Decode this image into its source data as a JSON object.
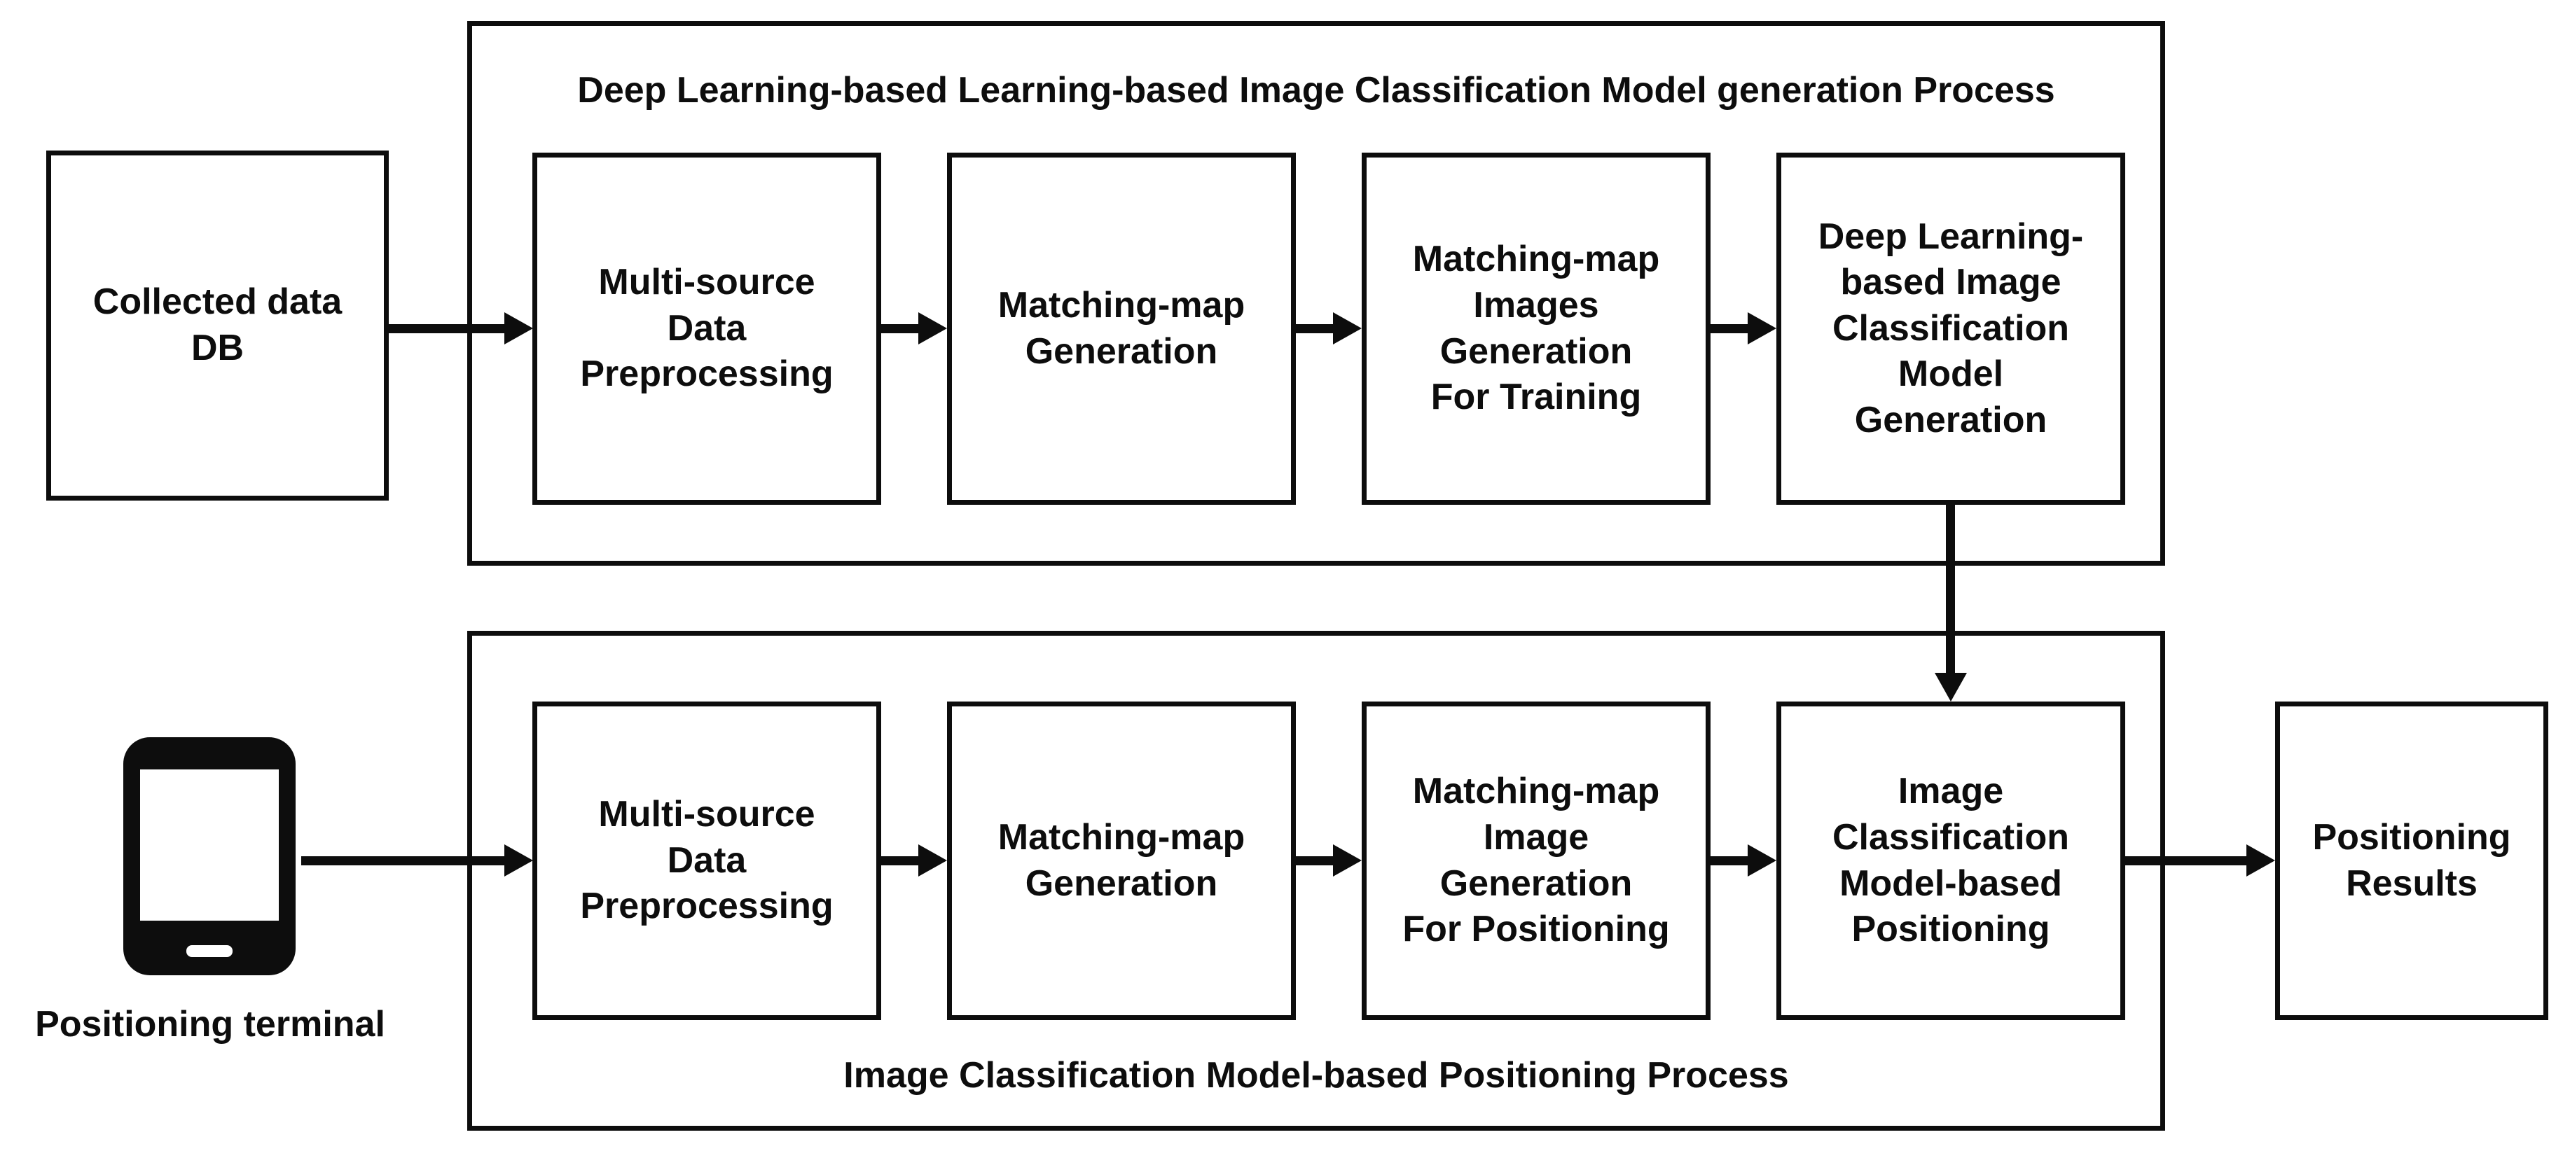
{
  "figure": {
    "background_color": "#ffffff",
    "ink_color": "#0d0d0d"
  },
  "inputs": {
    "collected_db_label": "Collected data\nDB",
    "terminal_label": "Positioning terminal"
  },
  "top_process": {
    "title": "Deep Learning-based Learning-based Image Classification Model generation Process",
    "steps": [
      "Multi-source\nData\nPreprocessing",
      "Matching-map\nGeneration",
      "Matching-map\nImages\nGeneration\nFor Training",
      "Deep Learning-\nbased Image\nClassification\nModel\nGeneration"
    ]
  },
  "bottom_process": {
    "title": "Image Classification Model-based Positioning Process",
    "steps": [
      "Multi-source\nData\nPreprocessing",
      "Matching-map\nGeneration",
      "Matching-map\nImage\nGeneration\nFor Positioning",
      "Image\nClassification\nModel-based\nPositioning"
    ]
  },
  "output": {
    "results_label": "Positioning\nResults"
  }
}
